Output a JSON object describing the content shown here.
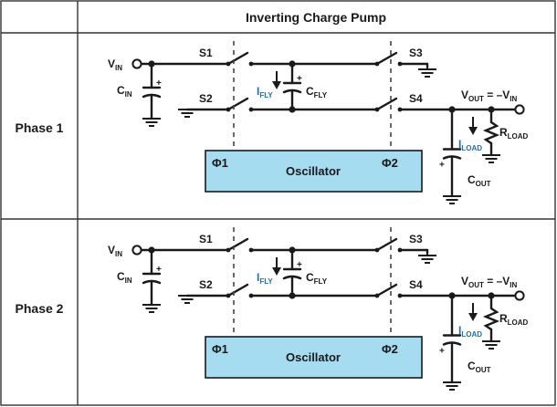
{
  "table": {
    "header": "Inverting Charge Pump",
    "rows": [
      {
        "phase": "Phase 1",
        "labels": {
          "vin_main": "V",
          "vin_sub": "IN",
          "cin_main": "C",
          "cin_sub": "IN",
          "s1": "S1",
          "s2": "S2",
          "s3": "S3",
          "s4": "S4",
          "ifly_main": "I",
          "ifly_sub": "FLY",
          "cfly_main": "C",
          "cfly_sub": "FLY",
          "vout_main": "V",
          "vout_sub": "OUT",
          "vout_eq": " = –V",
          "vout_eq_sub": "IN",
          "rload_main": "R",
          "rload_sub": "LOAD",
          "iload_main": "I",
          "iload_sub": "LOAD",
          "cout_main": "C",
          "cout_sub": "OUT",
          "phi1": "Φ1",
          "phi2": "Φ2",
          "oscillator": "Oscillator"
        }
      },
      {
        "phase": "Phase 2",
        "labels": {
          "vin_main": "V",
          "vin_sub": "IN",
          "cin_main": "C",
          "cin_sub": "IN",
          "s1": "S1",
          "s2": "S2",
          "s3": "S3",
          "s4": "S4",
          "ifly_main": "I",
          "ifly_sub": "FLY",
          "cfly_main": "C",
          "cfly_sub": "FLY",
          "vout_main": "V",
          "vout_sub": "OUT",
          "vout_eq": " = –V",
          "vout_eq_sub": "IN",
          "rload_main": "R",
          "rload_sub": "LOAD",
          "iload_main": "I",
          "iload_sub": "LOAD",
          "cout_main": "C",
          "cout_sub": "OUT",
          "phi1": "Φ1",
          "phi2": "Φ2",
          "oscillator": "Oscillator"
        }
      }
    ]
  },
  "colors": {
    "oscillator_fill": "#a6dcef",
    "current_label": "#1b6fb6"
  }
}
